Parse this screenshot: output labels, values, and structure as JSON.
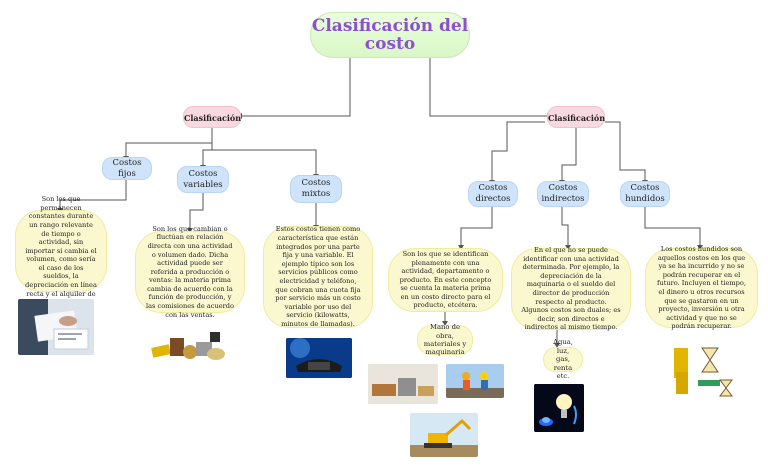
{
  "title": "Clasificación del costo",
  "left_branch": {
    "label": "Clasificación",
    "children": [
      {
        "label": "Costos fijos",
        "description": "Son los que permanecen constantes durante un rango relevante de tiempo o actividad, sin importar si cambia el volumen, como sería el caso de los sueldos, la depreciación en línea recta y el alquiler de un edificio."
      },
      {
        "label": "Costos variables",
        "description": "Son los que cambian o fluctúan en relación directa con una actividad o volumen dado. Dicha actividad puede ser referida a producción o ventas: la materia prima cambia de acuerdo con la función de producción, y las comisiones de acuerdo con las ventas."
      },
      {
        "label": "Costos mixtos",
        "description": "Estos costos tienen como característica que están integrados por una parte fija y una variable. El ejemplo típico son los servicios públicos como electricidad y teléfono, que cobran una cuota fija por servicio más un costo variable por uso del servicio (kilowatts, minutos de llamadas)."
      }
    ]
  },
  "right_branch": {
    "label": "Clasificación",
    "children": [
      {
        "label": "Costos directos",
        "description": "Son los que se identifican plenamente con una actividad, departamento o producto. En este concepto se cuenta la materia prima en un costo directo para el producto, etcétera.",
        "example": "Mano de obra, materiales y maquinaria"
      },
      {
        "label": "Costos indirectos",
        "description": "En el que no se puede identificar con una actividad determinada. Por ejemplo, la depreciación de la maquinaria o el sueldo del director de producción respecto al producto. Algunos costos son duales; es decir, son directos e indirectos al mismo tiempo.",
        "example": "Agua, luz, gas, renta etc."
      },
      {
        "label": "Costos hundidos",
        "description": "Los costos hundidos son aquellos costos en los que ya se ha incurrido y no se podrán recuperar en el futuro. Incluyen el tiempo, el dinero u otros recursos que se gastaron en un proyecto, inversión u otra actividad y que no se podrán recuperar."
      }
    ]
  }
}
